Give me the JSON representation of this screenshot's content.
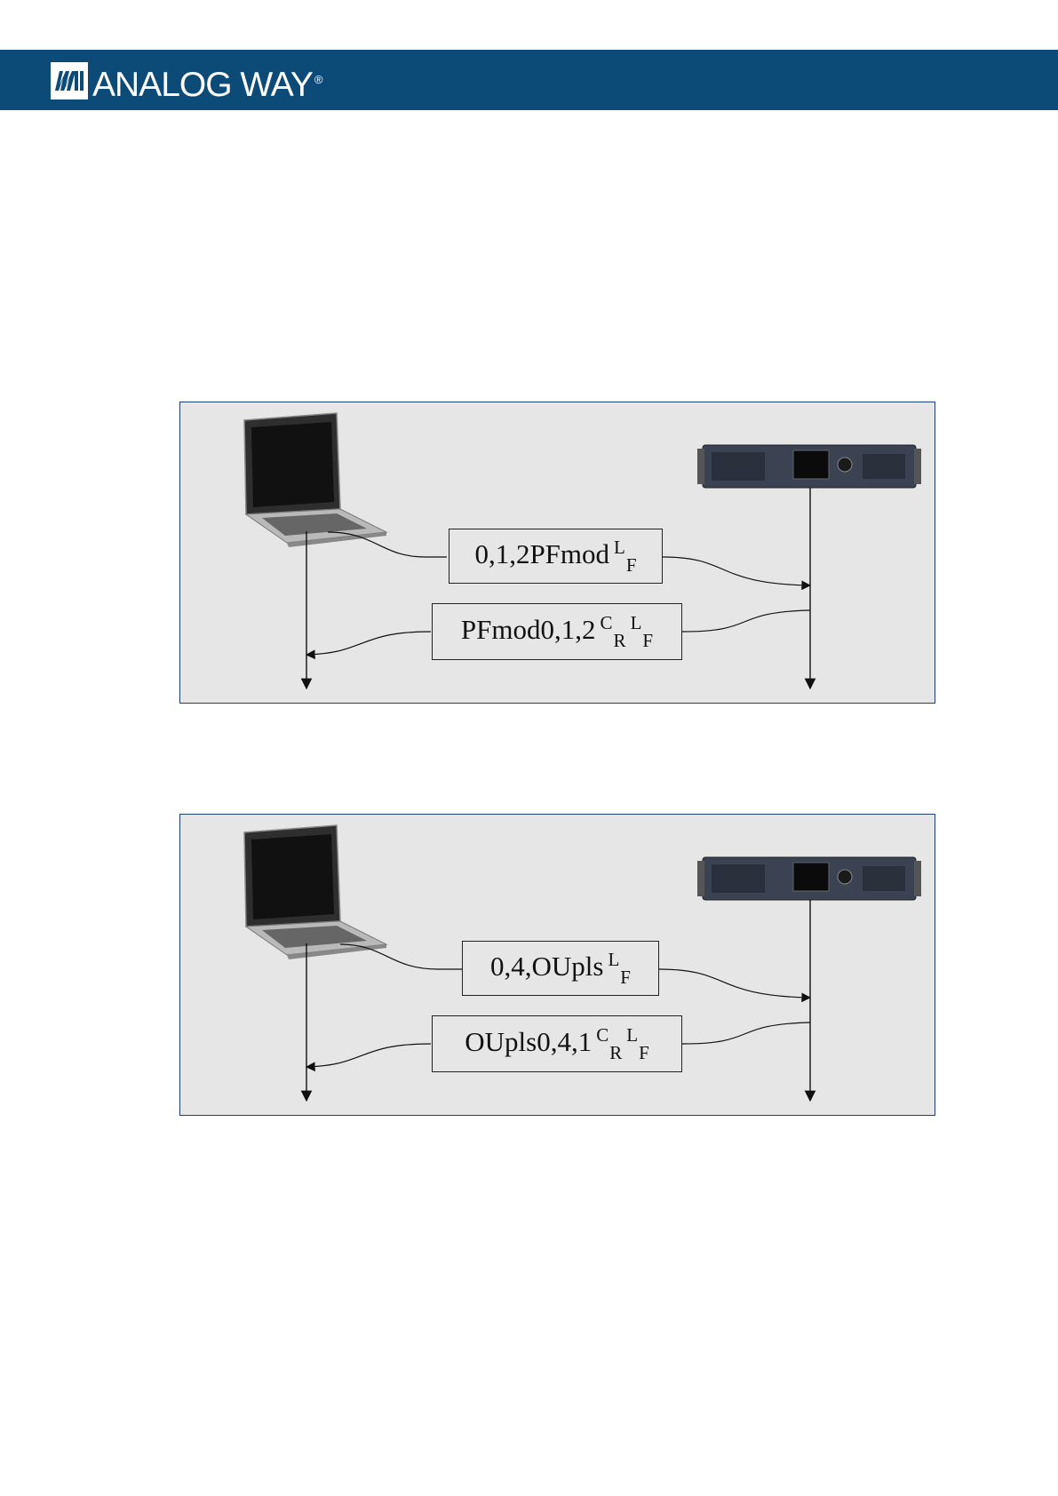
{
  "header": {
    "brand_name": "ANALOG WAY",
    "brand_mark": "®",
    "background_color": "#0c4a78"
  },
  "diagrams": [
    {
      "request": {
        "command": "0,1,2PFmod",
        "terminator_top": "L",
        "terminator_bottom": "F"
      },
      "response": {
        "command": "PFmod0,1,2",
        "cr_top": "C",
        "cr_bottom": "R",
        "lf_top": "L",
        "lf_bottom": "F"
      }
    },
    {
      "request": {
        "command": "0,4,OUpls",
        "terminator_top": "L",
        "terminator_bottom": "F"
      },
      "response": {
        "command": "OUpls0,4,1",
        "cr_top": "C",
        "cr_bottom": "R",
        "lf_top": "L",
        "lf_bottom": "F"
      }
    }
  ],
  "icons": {
    "computer": "laptop-icon",
    "device": "rack-device-icon"
  }
}
